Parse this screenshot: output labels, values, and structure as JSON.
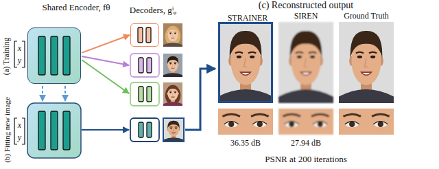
{
  "diagram": {
    "nodes": [
      {
        "text": [
          "Shared Encoder, fθ"
        ]
      },
      {
        "text": [
          "Decoders, gⁱᵩ"
        ]
      },
      {
        "text": [
          "STRAINER"
        ]
      },
      {
        "text": [
          "SIREN"
        ]
      },
      {
        "text": [
          "Ground Truth"
        ]
      }
    ],
    "edges": [
      {
        "from": 0,
        "to": 1,
        "arrow": "to"
      }
    ],
    "labels": [
      "(a) Training",
      "(b) Fitting new image",
      "x",
      "y",
      "x",
      "y",
      "(c) Reconstructed output",
      "36.35 dB",
      "27.94 dB",
      "PSNR at 200 iterations"
    ]
  }
}
